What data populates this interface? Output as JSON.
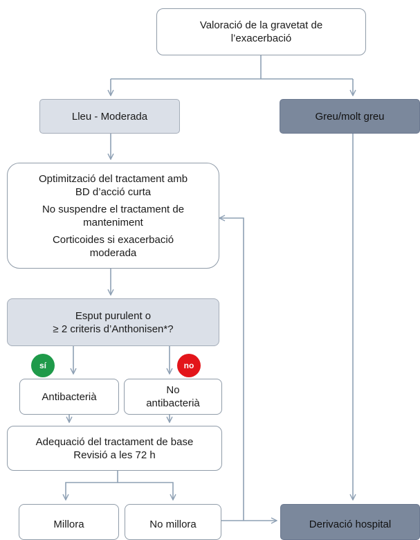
{
  "colors": {
    "line": "#8ea0b4",
    "light_box": "#dbe0e8",
    "dark_box": "#7b889c",
    "yes": "#1f9a4a",
    "no": "#e3151a"
  },
  "nodes": {
    "assessment": [
      "Valoració de la gravetat de",
      "l’exacerbació"
    ],
    "mild": "Lleu - Moderada",
    "severe": "Greu/molt greu",
    "treatment": {
      "p1": [
        "Optimització del  tractament amb",
        "BD d’acció curta"
      ],
      "p2": [
        "No suspendre el tractament de",
        "manteniment"
      ],
      "p3": [
        "Corticoides si exacerbació",
        "moderada"
      ]
    },
    "question": [
      "Esput purulent  o",
      "≥ 2 criteris d’Anthonisen*?"
    ],
    "yes_badge": "sí",
    "no_badge": "no",
    "antibiotic": "Antibacterià",
    "no_antibiotic": [
      "No",
      "antibacterià"
    ],
    "adequacy": [
      "Adequació del tractament de base",
      "Revisió a les 72 h"
    ],
    "improves": "Millora",
    "no_improve": "No millora",
    "referral": "Derivació hospital"
  }
}
